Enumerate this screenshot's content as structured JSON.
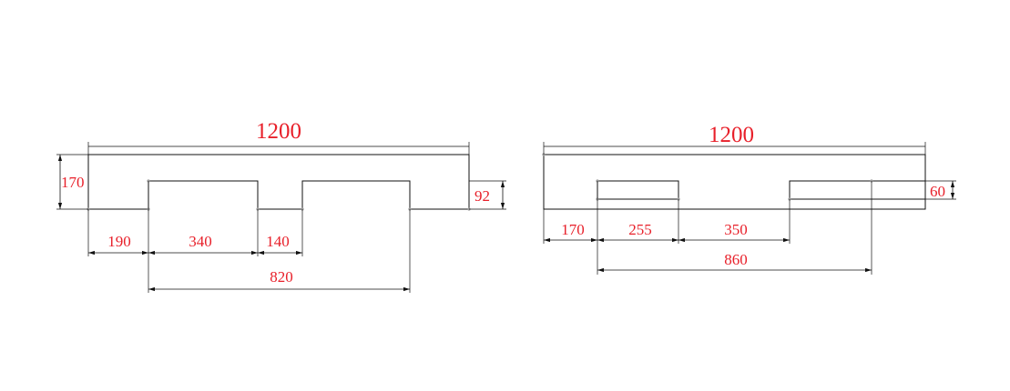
{
  "drawing_left": {
    "overall_width": "1200",
    "overall_height": "170",
    "recess_depth": "92",
    "dim_a": "190",
    "dim_b": "340",
    "dim_c": "140",
    "dim_d": "820"
  },
  "drawing_right": {
    "overall_width": "1200",
    "recess_depth": "60",
    "dim_a": "170",
    "dim_b": "255",
    "dim_c": "350",
    "dim_d": "860"
  },
  "colors": {
    "dimension_text": "#e8202a",
    "lines": "#111111"
  }
}
